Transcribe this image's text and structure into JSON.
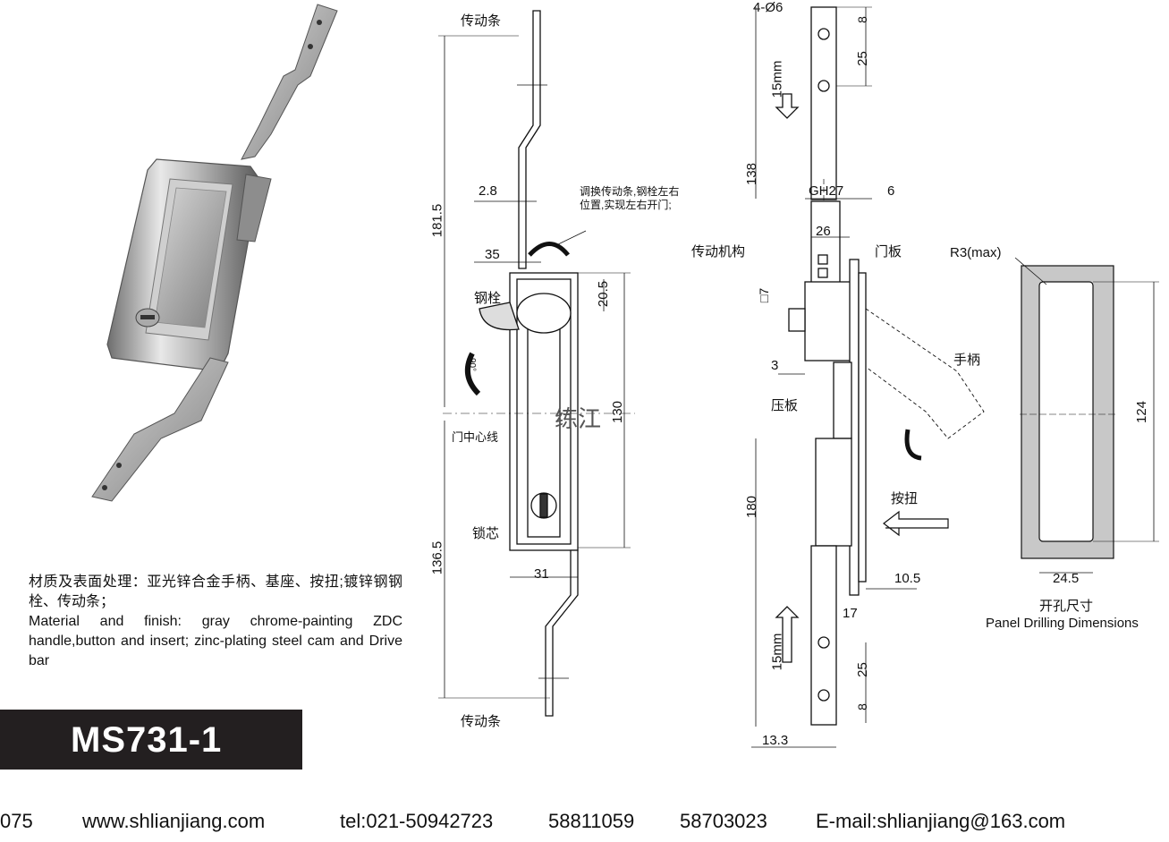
{
  "product": {
    "model": "MS731-1"
  },
  "material": {
    "cn": "材质及表面处理：亚光锌合金手柄、基座、按扭;镀锌钢钢栓、传动条；",
    "en": "Material and finish: gray chrome-painting ZDC handle,button and insert; zinc-plating steel cam and Drive bar"
  },
  "front_view": {
    "drive_bar_top": "传动条",
    "drive_bar_bottom": "传动条",
    "bolt": "钢栓",
    "door_centerline": "门中心线",
    "lock_core": "锁芯",
    "note_line1": "调换传动条,钢栓左右",
    "note_line2": "位置,实现左右开门;",
    "angle": "90°",
    "watermark": "练江",
    "dims": {
      "d181_5": "181.5",
      "d136_5": "136.5",
      "d2_8": "2.8",
      "d35": "35",
      "d20_5": "20.5",
      "d130": "130",
      "d31": "31"
    }
  },
  "side_view": {
    "holes": "4-Ø6",
    "mechanism": "传动机构",
    "door_panel": "门板",
    "pressure_plate": "压板",
    "handle": "手柄",
    "button": "按扭",
    "stroke_top": "15mm",
    "stroke_bottom": "15mm",
    "dims": {
      "d8_top": "8",
      "d25_top": "25",
      "d138": "138",
      "gh27": "GH27",
      "d6": "6",
      "d26": "26",
      "sq7": "□7",
      "d3": "3",
      "d180": "180",
      "d10_5": "10.5",
      "d17": "17",
      "d25_bot": "25",
      "d8_bot": "8",
      "d13_3": "13.3"
    }
  },
  "cutout": {
    "radius": "R3(max)",
    "height": "124",
    "width": "24.5",
    "title_cn": "开孔尺寸",
    "title_en": "Panel Drilling Dimensions"
  },
  "footer": {
    "prefix": "075",
    "website": "www.shlianjiang.com",
    "tel": "tel:021-50942723",
    "tel2": "58811059",
    "tel3": "58703023",
    "email": "E-mail:shlianjiang@163.com"
  },
  "colors": {
    "band": "#231f20",
    "cutout_fill": "#c8c8c8",
    "line": "#111111"
  }
}
